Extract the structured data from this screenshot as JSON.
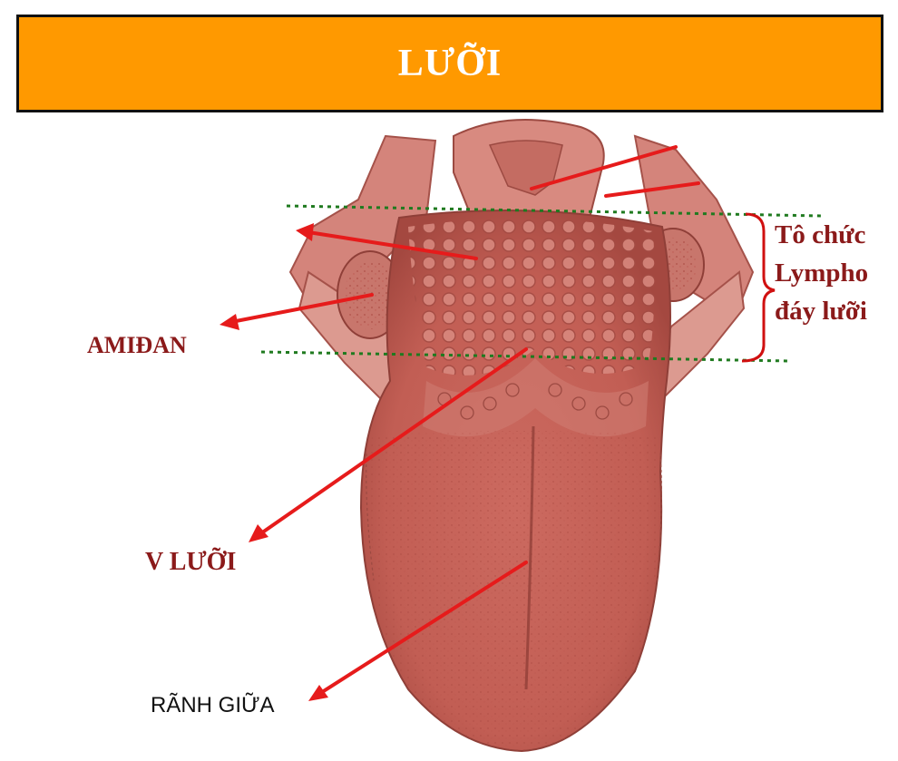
{
  "title": "LƯỠI",
  "labels": {
    "amidan": "AMIĐAN",
    "v_luoi": "V LƯỠI",
    "ranh_giua": "RÃNH GIỮA",
    "lympho_line1": "Tô chức",
    "lympho_line2": "Lympho",
    "lympho_line3": "đáy lưỡi"
  },
  "colors": {
    "title_bg": "#ff9900",
    "title_text": "#ffffff",
    "label_red": "#8b1a1a",
    "arrow": "#e61b1b",
    "dotted_line": "#1f7a1f",
    "bracket": "#d01010",
    "tongue_body": "#c9665c",
    "tongue_shadow": "#a94a42"
  }
}
